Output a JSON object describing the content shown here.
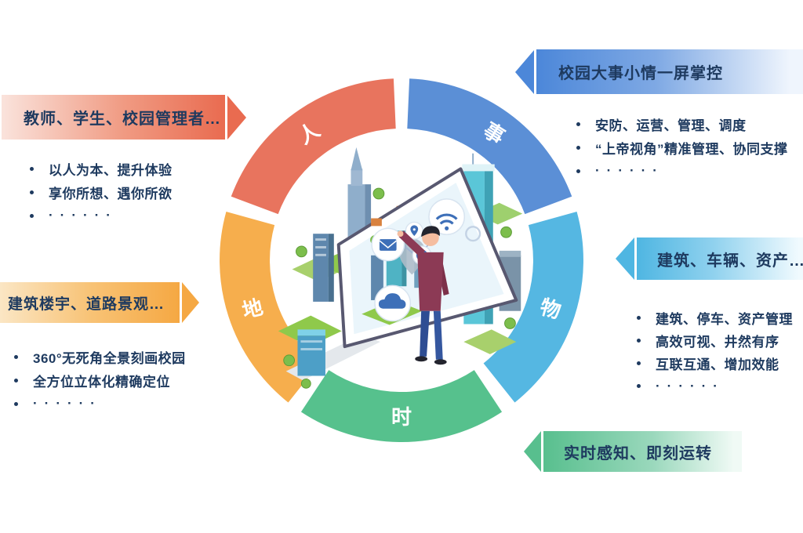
{
  "colors": {
    "text_dark": "#1E3A5F",
    "banner_red_light": "#FAE3DC",
    "banner_red_deep": "#E96B50",
    "banner_blue_deep": "#4C87D9",
    "banner_blue_light": "#EFF5FD",
    "banner_cyan_deep": "#4FB6E2",
    "banner_cyan_light": "#F0FAFE",
    "banner_orange_light": "#FBE6C4",
    "banner_orange_deep": "#F5A843",
    "banner_green_deep": "#58BF8E",
    "banner_green_light": "#F0FAF5"
  },
  "ring": {
    "segments": [
      {
        "id": "person",
        "label": "人",
        "color": "#E8745E"
      },
      {
        "id": "matters",
        "label": "事",
        "color": "#5B8FD6"
      },
      {
        "id": "things",
        "label": "物",
        "color": "#55B7E2"
      },
      {
        "id": "time",
        "label": "时",
        "color": "#56C18D"
      },
      {
        "id": "place",
        "label": "地",
        "color": "#F6AE4D"
      }
    ]
  },
  "blocks": {
    "person": {
      "title": "教师、学生、校园管理者…",
      "bullets": [
        "以人为本、提升体验",
        "享你所想、遇你所欲",
        "······"
      ]
    },
    "matters": {
      "title": "校园大事小情一屏掌控",
      "bullets": [
        "安防、运营、管理、调度",
        "“上帝视角”精准管理、协同支撑",
        "······"
      ]
    },
    "things": {
      "title": "建筑、车辆、资产…",
      "bullets": [
        "建筑、停车、资产管理",
        "高效可视、井然有序",
        "互联互通、增加效能",
        "······"
      ]
    },
    "place": {
      "title": "建筑楼宇、道路景观…",
      "bullets": [
        "360°无死角全景刻画校园",
        "全方位立体化精确定位",
        "······"
      ]
    },
    "time": {
      "title": "实时感知、即刻运转",
      "bullets": []
    }
  },
  "illustration": {
    "icons": [
      "wifi-icon",
      "mail-icon",
      "location-icon",
      "cloud-icon",
      "target-icon"
    ]
  }
}
